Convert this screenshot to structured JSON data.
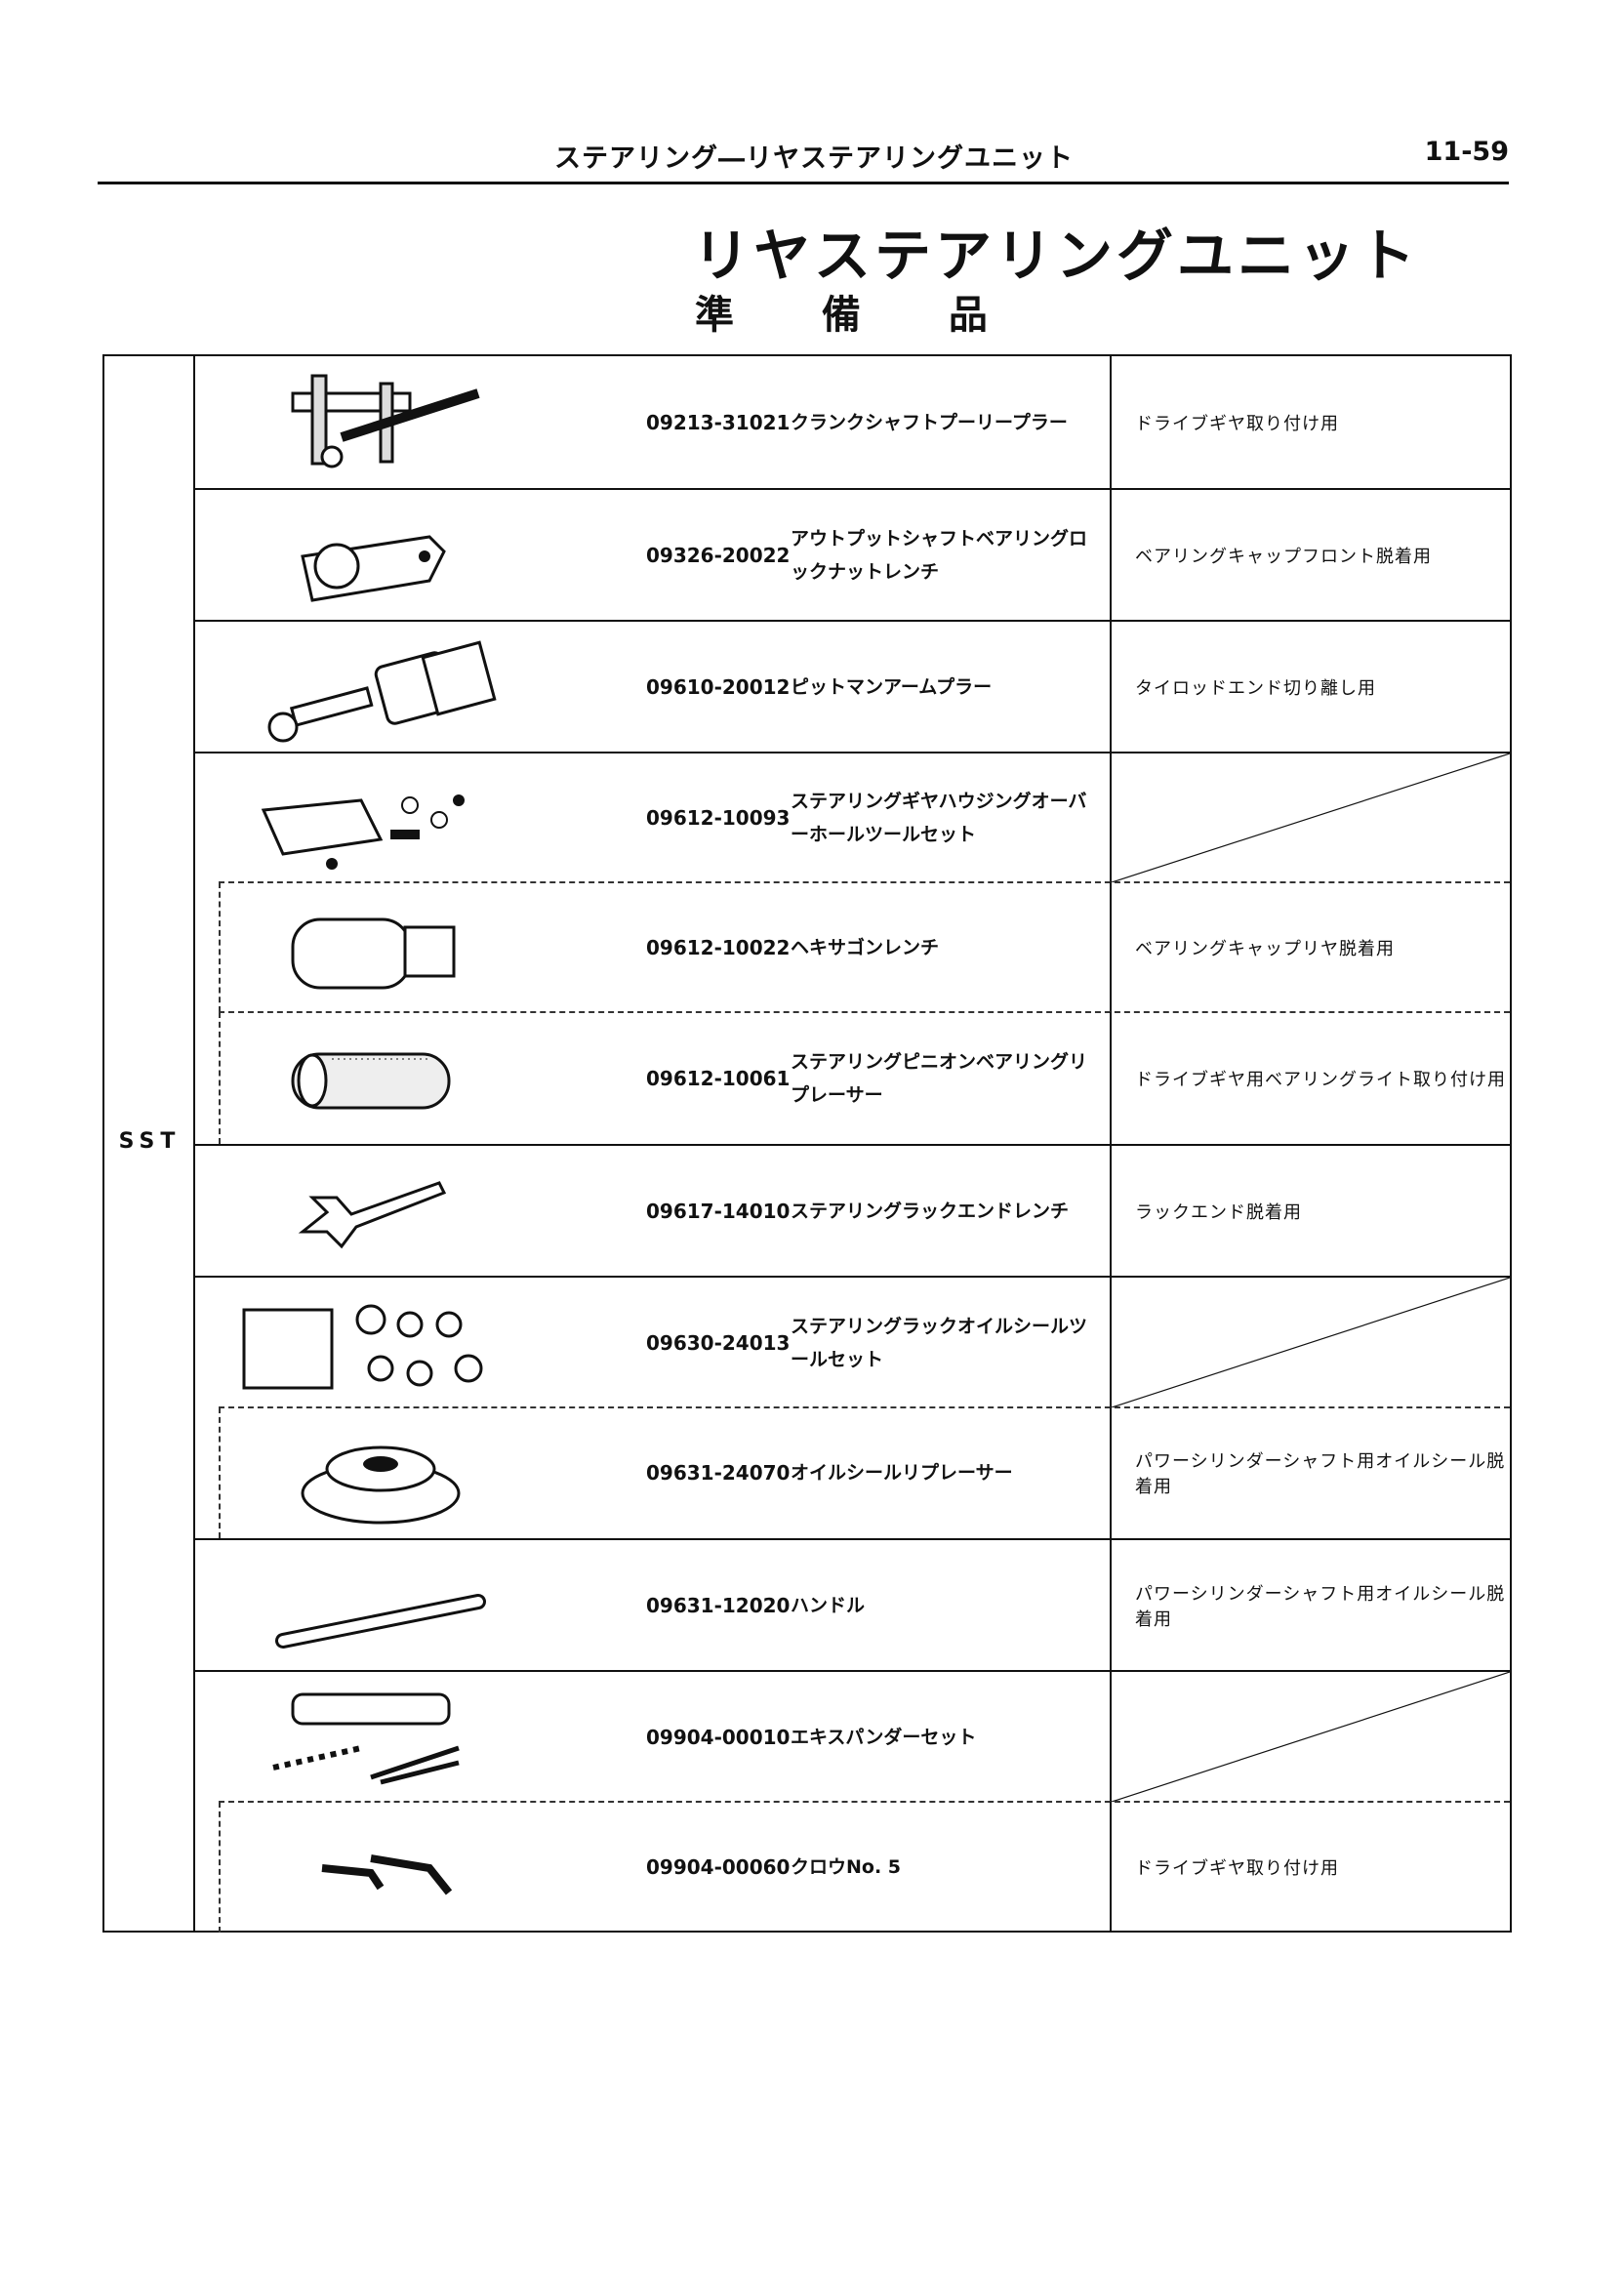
{
  "header": {
    "section_title": "ステアリング―リヤステアリングユニット",
    "page_number": "11-59"
  },
  "title": "リヤステアリングユニット",
  "subtitle": "準 備 品",
  "table": {
    "category_label": "SST",
    "rows": [
      {
        "part_no": "09213-31021",
        "name": "クランクシャフトプーリープラー",
        "usage": "ドライブギヤ取り付け用",
        "icon": "puller-icon",
        "kind": "main"
      },
      {
        "part_no": "09326-20022",
        "name": "アウトプットシャフトベアリングロックナットレンチ",
        "usage": "ベアリングキャップフロント脱着用",
        "icon": "ring-wrench-icon",
        "kind": "main"
      },
      {
        "part_no": "09610-20012",
        "name": "ピットマンアームプラー",
        "usage": "タイロッドエンド切り離し用",
        "icon": "pitman-puller-icon",
        "kind": "main"
      },
      {
        "part_no": "09612-10093",
        "name": "ステアリングギヤハウジングオーバーホールツールセット",
        "usage": "",
        "icon": "tool-set-icon",
        "kind": "group"
      },
      {
        "part_no": "09612-10022",
        "name": "ヘキサゴンレンチ",
        "usage": "ベアリングキャップリヤ脱着用",
        "icon": "hex-wrench-icon",
        "kind": "sub"
      },
      {
        "part_no": "09612-10061",
        "name": "ステアリングピニオンベアリングリプレーサー",
        "usage": "ドライブギヤ用ベアリングライト取り付け用",
        "icon": "replacer-tube-icon",
        "kind": "sub"
      },
      {
        "part_no": "09617-14010",
        "name": "ステアリングラックエンドレンチ",
        "usage": "ラックエンド脱着用",
        "icon": "spanner-icon",
        "kind": "main"
      },
      {
        "part_no": "09630-24013",
        "name": "ステアリングラックオイルシールツールセット",
        "usage": "",
        "icon": "seal-tool-set-icon",
        "kind": "group"
      },
      {
        "part_no": "09631-24070",
        "name": "オイルシールリプレーサー",
        "usage": "パワーシリンダーシャフト用オイルシール脱着用",
        "icon": "seal-replacer-icon",
        "kind": "sub"
      },
      {
        "part_no": "09631-12020",
        "name": "ハンドル",
        "usage": "パワーシリンダーシャフト用オイルシール脱着用",
        "icon": "handle-bar-icon",
        "kind": "main"
      },
      {
        "part_no": "09904-00010",
        "name": "エキスパンダーセット",
        "usage": "",
        "icon": "expander-set-icon",
        "kind": "group"
      },
      {
        "part_no": "09904-00060",
        "name": "クロウNo. 5",
        "usage": "ドライブギヤ取り付け用",
        "icon": "claw-icon",
        "kind": "sub"
      }
    ]
  }
}
